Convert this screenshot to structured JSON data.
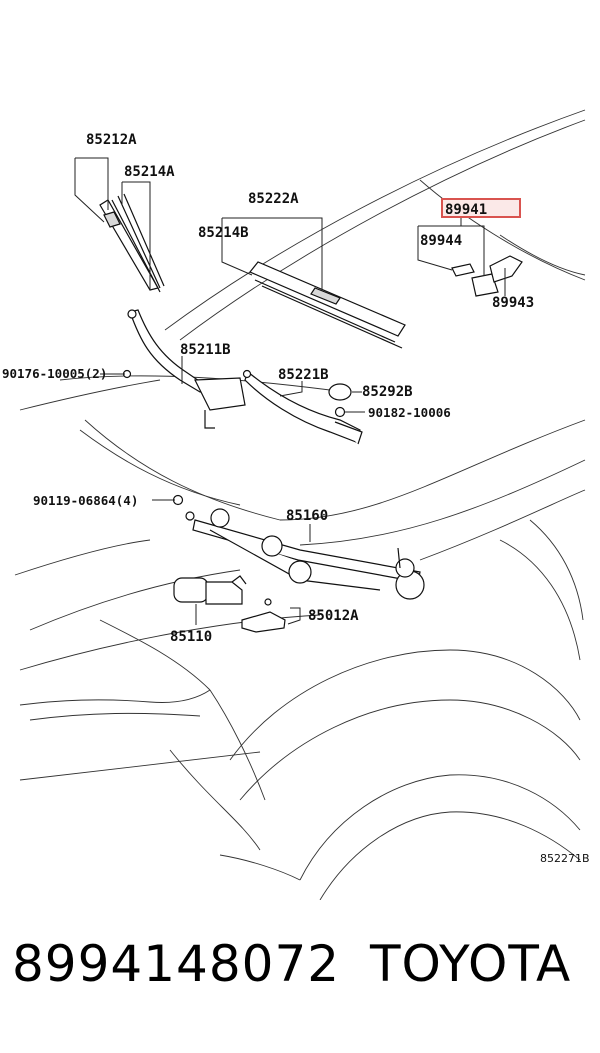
{
  "diagram": {
    "labels": {
      "p85212A": "85212A",
      "p85214A": "85214A",
      "p85222A": "85222A",
      "p85214B": "85214B",
      "p89941": "89941",
      "p89944": "89944",
      "p89943": "89943",
      "p85211B": "85211B",
      "p85221B": "85221B",
      "p85292B": "85292B",
      "p90182": "90182-10006",
      "p90176": "90176-10005(2)",
      "p90119": "90119-06864(4)",
      "p85160": "85160",
      "p85110": "85110",
      "p85012A": "85012A"
    },
    "figure_code": "852271B",
    "highlight_color": "#d9534f"
  },
  "footer": {
    "part_number": "8994148072",
    "brand": "TOYOTA"
  }
}
